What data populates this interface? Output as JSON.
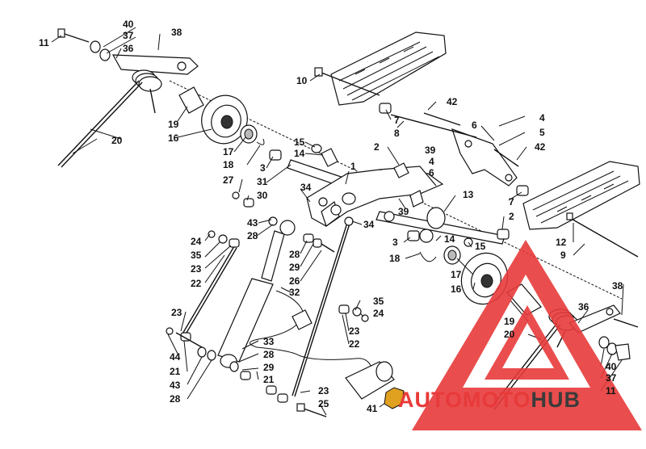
{
  "callouts": [
    {
      "text": "11"
    },
    {
      "text": "40"
    },
    {
      "text": "37"
    },
    {
      "text": "36"
    },
    {
      "text": "38"
    },
    {
      "text": "10"
    },
    {
      "text": "42"
    },
    {
      "text": "7"
    },
    {
      "text": "8"
    },
    {
      "text": "6"
    },
    {
      "text": "4"
    },
    {
      "text": "5"
    },
    {
      "text": "42"
    },
    {
      "text": "19"
    },
    {
      "text": "16"
    },
    {
      "text": "20"
    },
    {
      "text": "15"
    },
    {
      "text": "14"
    },
    {
      "text": "17"
    },
    {
      "text": "2"
    },
    {
      "text": "39"
    },
    {
      "text": "4"
    },
    {
      "text": "6"
    },
    {
      "text": "18"
    },
    {
      "text": "3"
    },
    {
      "text": "1"
    },
    {
      "text": "27"
    },
    {
      "text": "31"
    },
    {
      "text": "30"
    },
    {
      "text": "34"
    },
    {
      "text": "13"
    },
    {
      "text": "43"
    },
    {
      "text": "28"
    },
    {
      "text": "39"
    },
    {
      "text": "34"
    },
    {
      "text": "7"
    },
    {
      "text": "2"
    },
    {
      "text": "24"
    },
    {
      "text": "35"
    },
    {
      "text": "23"
    },
    {
      "text": "22"
    },
    {
      "text": "28"
    },
    {
      "text": "29"
    },
    {
      "text": "26"
    },
    {
      "text": "32"
    },
    {
      "text": "3"
    },
    {
      "text": "14"
    },
    {
      "text": "15"
    },
    {
      "text": "18"
    },
    {
      "text": "12"
    },
    {
      "text": "9"
    },
    {
      "text": "17"
    },
    {
      "text": "16"
    },
    {
      "text": "38"
    },
    {
      "text": "35"
    },
    {
      "text": "24"
    },
    {
      "text": "23"
    },
    {
      "text": "22"
    },
    {
      "text": "23"
    },
    {
      "text": "33"
    },
    {
      "text": "28"
    },
    {
      "text": "29"
    },
    {
      "text": "21"
    },
    {
      "text": "44"
    },
    {
      "text": "21"
    },
    {
      "text": "43"
    },
    {
      "text": "28"
    },
    {
      "text": "36"
    },
    {
      "text": "19"
    },
    {
      "text": "20"
    },
    {
      "text": "40"
    },
    {
      "text": "37"
    },
    {
      "text": "11"
    },
    {
      "text": "23"
    },
    {
      "text": "25"
    },
    {
      "text": "41"
    }
  ],
  "watermark": {
    "part1": "AUTOMOTO",
    "part2": "HUB",
    "colors": {
      "triangle": "#e83a3a",
      "text_red": "#e83a3a",
      "text_dark": "#3b3b3b",
      "badge": "#e0a020"
    }
  }
}
